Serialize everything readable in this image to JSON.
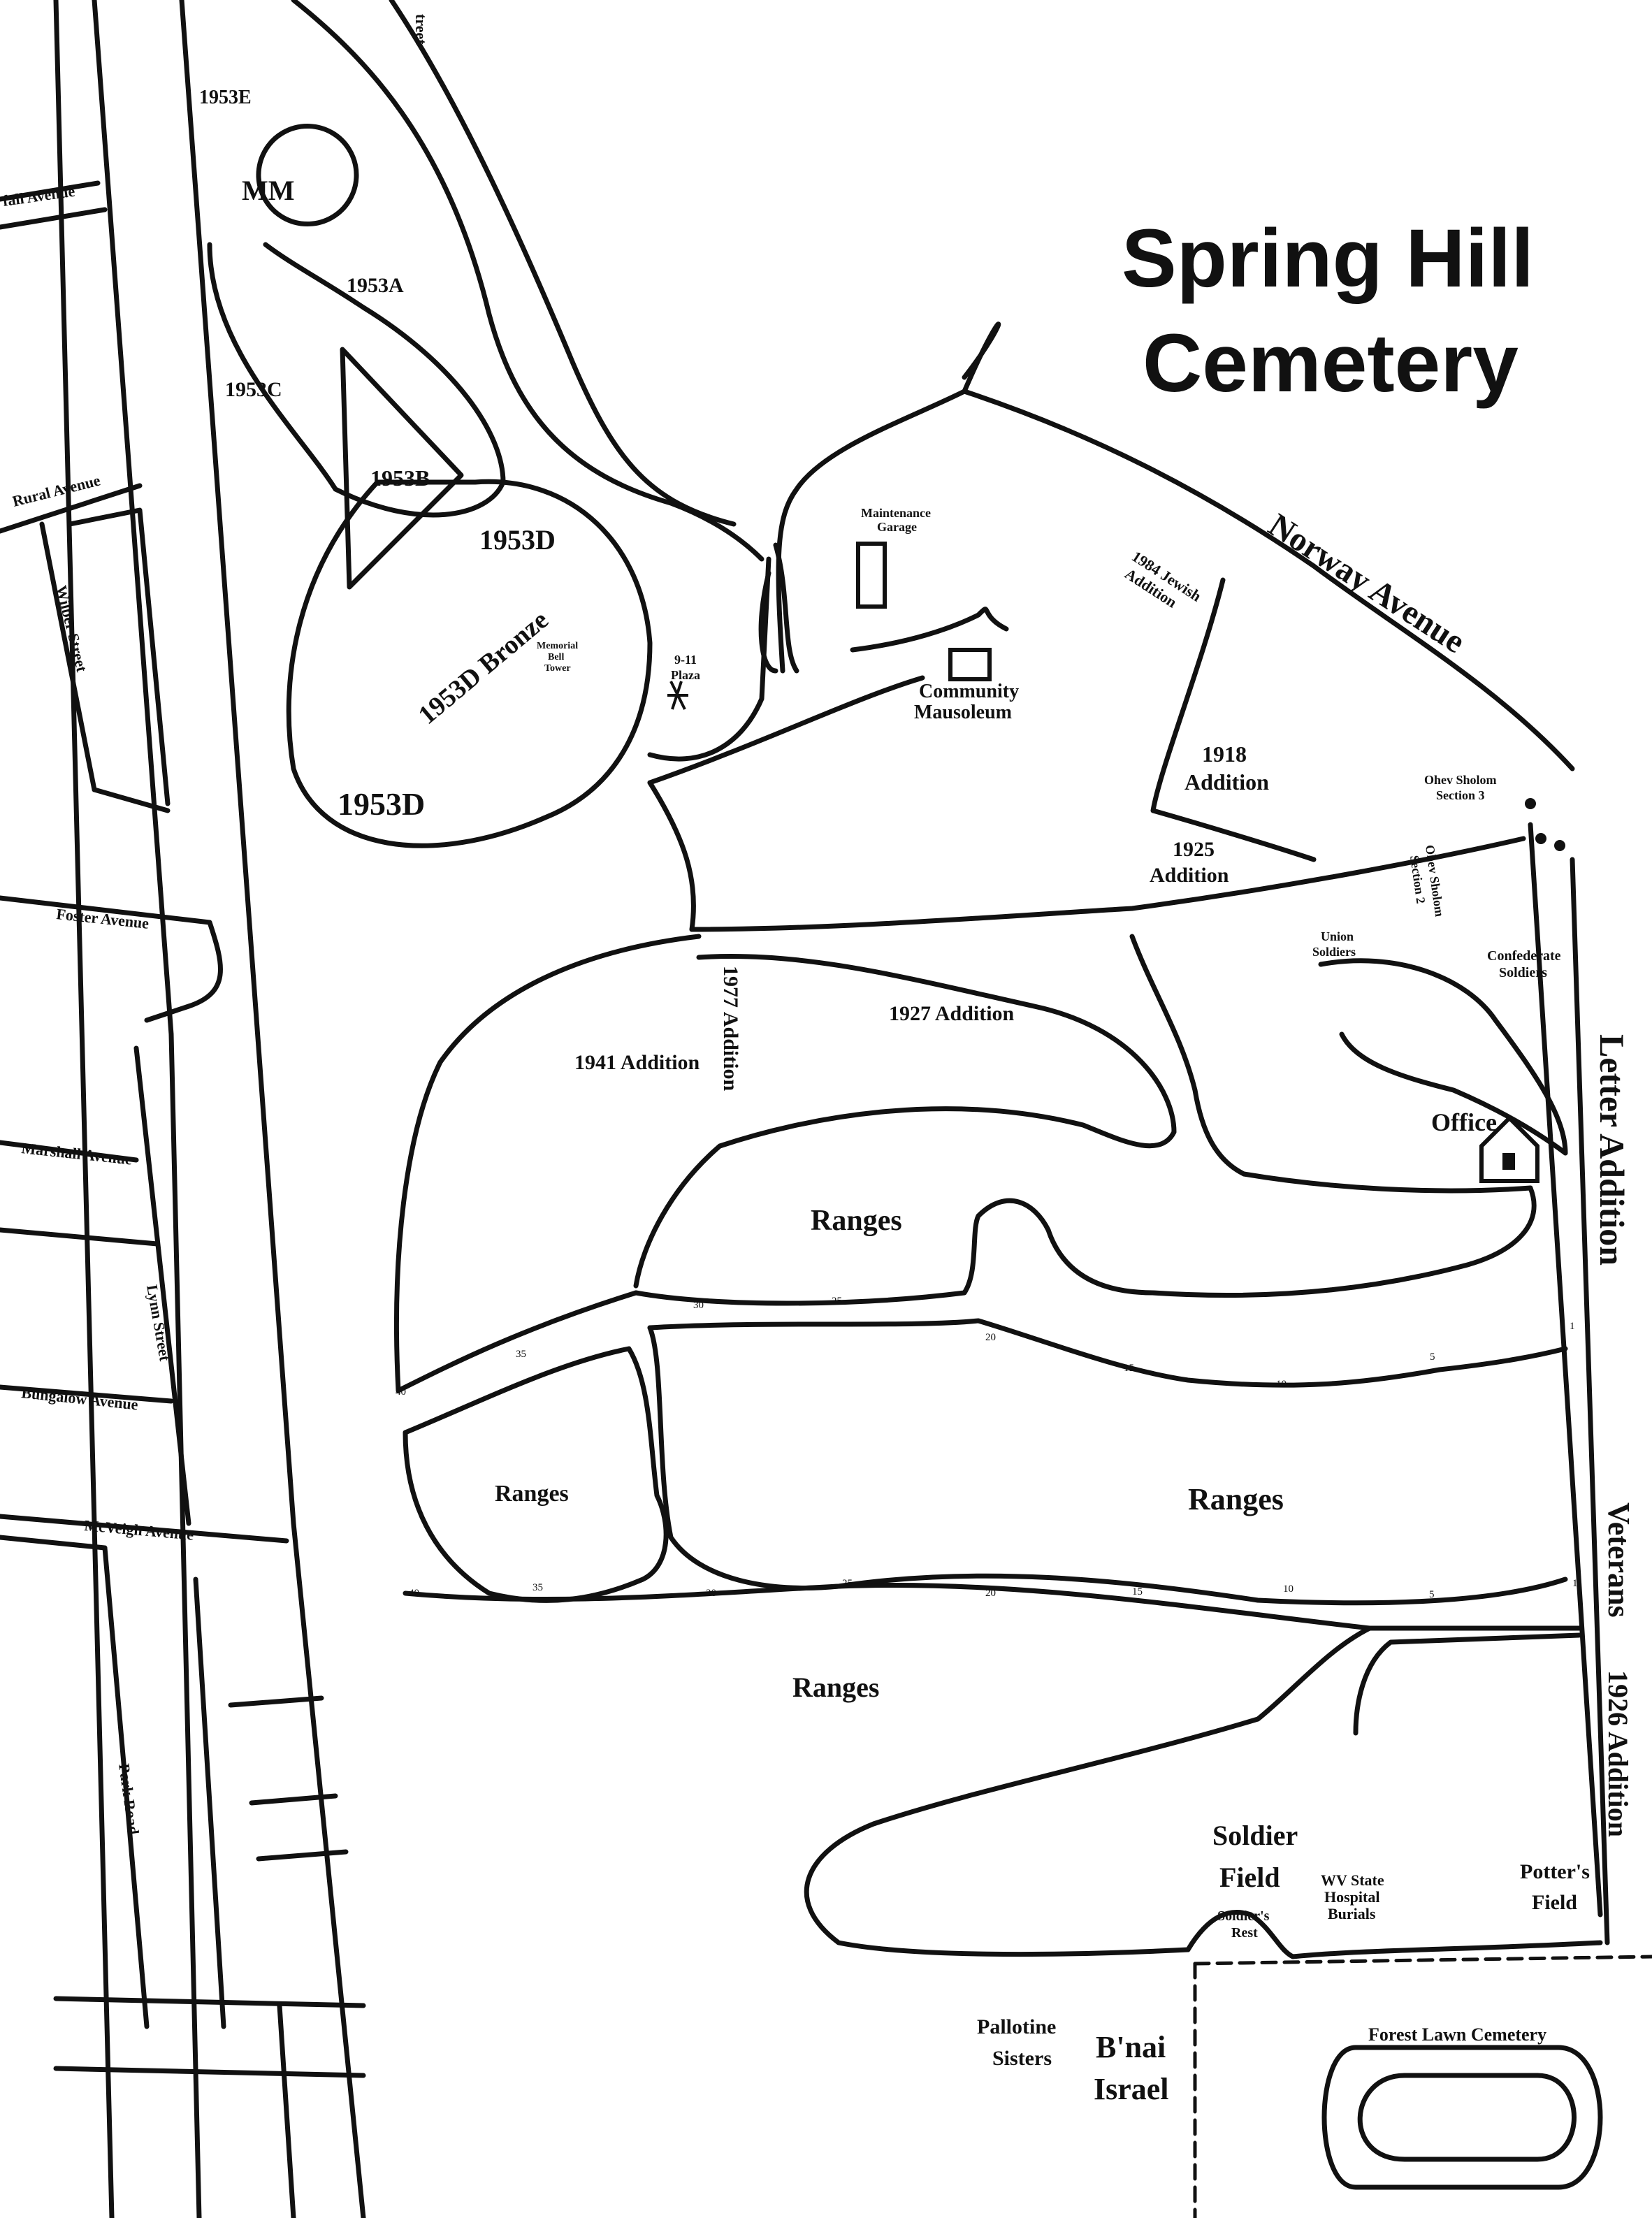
{
  "title": {
    "line1": "Spring Hill",
    "line2": "Cemetery"
  },
  "roads": {
    "norway": "Norway Avenue",
    "street_fragment": "treet",
    "hall": "fall Avenue",
    "rural": "Rural Avenue",
    "wilber": "Wilber Street",
    "foster": "Foster Avenue",
    "marshall": "Marshall Avenue",
    "lynn": "Lynn Street",
    "bungalow": "Bungalow Avenue",
    "mcveigh": "McVeigh Avenue",
    "park": "Park Road"
  },
  "sections": {
    "s1953e": "1953E",
    "mm": "MM",
    "s1953a": "1953A",
    "s1953c": "1953C",
    "s1953b": "1953B",
    "s1953d_top": "1953D",
    "s1953d_bronze": "1953D Bronze",
    "s1953d_bottom": "1953D",
    "bell_tower_1": "Memorial",
    "bell_tower_2": "Bell",
    "bell_tower_3": "Tower",
    "plaza_1": "9-11",
    "plaza_2": "Plaza",
    "maint_1": "Maintenance",
    "maint_2": "Garage",
    "comm_1": "Community",
    "comm_2": "Mausoleum",
    "jewish_1": "1984 Jewish",
    "jewish_2": "Addition",
    "a1918_1": "1918",
    "a1918_2": "Addition",
    "a1925_1": "1925",
    "a1925_2": "Addition",
    "ohev3_1": "Ohev Sholom",
    "ohev3_2": "Section 3",
    "ohev2_1": "Ohev Sholom",
    "ohev2_2": "Section 2",
    "union_1": "Union",
    "union_2": "Soldiers",
    "confed_1": "Confederate",
    "confed_2": "Soldiers",
    "a1977": "1977 Addition",
    "a1927": "1927 Addition",
    "a1941": "1941 Addition",
    "office": "Office",
    "letter": "Letter Addition",
    "veterans": "Veterans",
    "a1926": "1926 Addition",
    "ranges_1": "Ranges",
    "ranges_2": "Ranges",
    "ranges_3": "Ranges",
    "ranges_4": "Ranges",
    "soldier_field_1": "Soldier",
    "soldier_field_2": "Field",
    "soldiers_rest_1": "Soldier's",
    "soldiers_rest_2": "Rest",
    "wv_1": "WV State",
    "wv_2": "Hospital",
    "wv_3": "Burials",
    "potters_1": "Potter's",
    "potters_2": "Field",
    "pallotine_1": "Pallotine",
    "pallotine_2": "Sisters",
    "bnai_1": "B'nai",
    "bnai_2": "Israel",
    "forest_lawn": "Forest Lawn Cemetery"
  },
  "range_markers": {
    "row1": [
      "30",
      "25",
      "20",
      "15",
      "10",
      "5",
      "1"
    ],
    "row1_left": [
      "35",
      "40"
    ],
    "row2": [
      "40",
      "35",
      "30",
      "25",
      "20",
      "15",
      "10",
      "5",
      "1"
    ]
  }
}
